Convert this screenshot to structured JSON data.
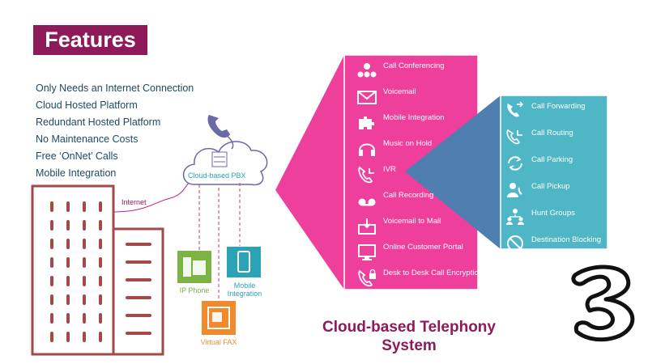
{
  "title": "Features",
  "features": [
    "Only Needs an Internet Connection",
    "Cloud Hosted Platform",
    "Redundant Hosted Platform",
    "No Maintenance Costs",
    "Free ‘OnNet’ Calls",
    "Mobile Integration"
  ],
  "pbx_label": "Cloud-based PBX",
  "internet_label": "Internet",
  "devices": {
    "ip_phone": "IP Phone",
    "mobile_integration_line1": "Mobile",
    "mobile_integration_line2": "Integration",
    "virtual_fax": "Virtual FAX"
  },
  "main_features": [
    {
      "label": "Call Conferencing",
      "icon": "conference-icon"
    },
    {
      "label": "Voicemail",
      "icon": "envelope-icon"
    },
    {
      "label": "Mobile Integration",
      "icon": "puzzle-icon"
    },
    {
      "label": "Music on Hold",
      "icon": "music-icon"
    },
    {
      "label": "IVR",
      "icon": "phone-ivr-icon"
    },
    {
      "label": "Call Recording",
      "icon": "recording-icon"
    },
    {
      "label": "Voicemail to Mail",
      "icon": "inbox-icon"
    },
    {
      "label": "Online Customer Portal",
      "icon": "portal-icon"
    },
    {
      "label": "Desk to Desk Call Encryption",
      "icon": "lock-phone-icon"
    }
  ],
  "ivr_features": [
    {
      "label": "Call Forwarding",
      "icon": "call-forward-icon"
    },
    {
      "label": "Call Routing",
      "icon": "call-routing-icon"
    },
    {
      "label": "Call Parking",
      "icon": "call-parking-icon"
    },
    {
      "label": "Call Pickup",
      "icon": "call-pickup-icon"
    },
    {
      "label": "Hunt Groups",
      "icon": "hunt-groups-icon"
    },
    {
      "label": "Destination Blocking",
      "icon": "blocking-icon"
    }
  ],
  "bottom_title_line1": "Cloud-based Telephony",
  "bottom_title_line2": "System",
  "colors": {
    "brand": "#8f1a5a",
    "magenta": "#e8409a",
    "teal": "#54b8c6",
    "building": "#a24a4a",
    "ip_phone": "#7cb342",
    "mobile": "#2aa3b6",
    "fax": "#f08a2c"
  }
}
